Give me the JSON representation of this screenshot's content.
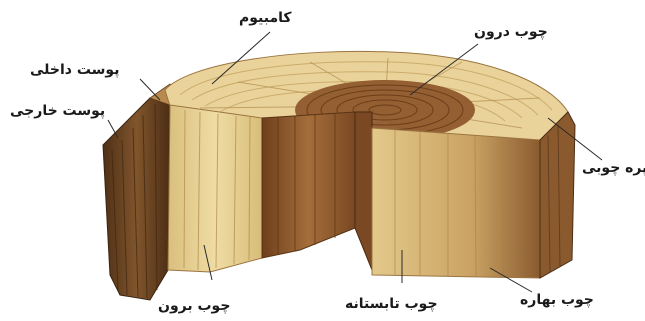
{
  "labels": {
    "cambium": "کامبیوم",
    "inner_bark": "پوست داخلی",
    "outer_bark": "پوست خارجی",
    "heartwood": "چوب درون",
    "wood_ray": "پره چوبی",
    "sapwood": "چوب برون",
    "summer_wood": "چوب تابستانه",
    "spring_wood": "چوب بهاره"
  },
  "colors": {
    "sapwood": "#e6cf8e",
    "heartwood": "#8f5a2d",
    "bark": "#6b4322",
    "inner_bark": "#b98a4f",
    "leader_line": "#2a2a2a"
  }
}
